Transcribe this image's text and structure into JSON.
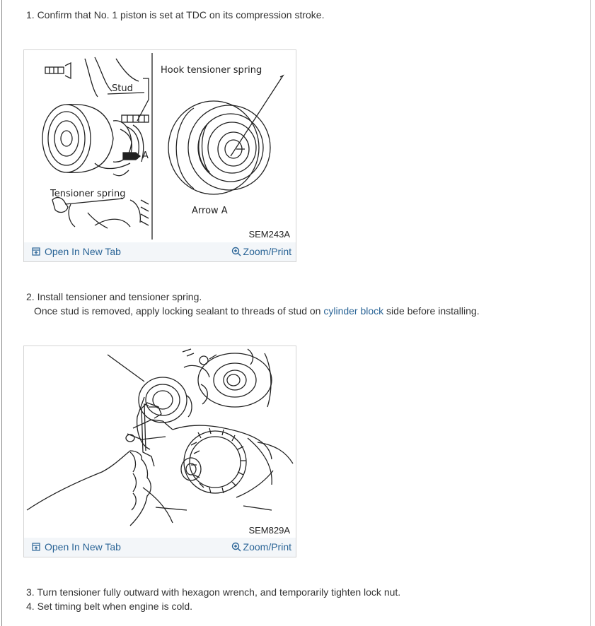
{
  "steps": {
    "step1": "1. Confirm that No. 1 piston is set at TDC on its compression stroke.",
    "step2": "2. Install tensioner and tensioner spring.",
    "step2_note_before": "Once stud is removed, apply locking sealant to threads of stud on ",
    "step2_note_link": "cylinder block",
    "step2_note_after": " side before installing.",
    "step3": "3. Turn tensioner fully outward with hexagon wrench, and temporarily tighten lock nut.",
    "step4": "4. Set timing belt when engine is cold."
  },
  "figure1": {
    "code": "SEM243A",
    "label_hook": "Hook tensioner spring",
    "label_stud": "Stud",
    "label_tensioner_spring": "Tensioner spring",
    "label_arrow_a": "Arrow A",
    "label_a": "A",
    "open_tab": "Open In New Tab",
    "zoom_print": "Zoom/Print"
  },
  "figure2": {
    "code": "SEM829A",
    "open_tab": "Open In New Tab",
    "zoom_print": "Zoom/Print"
  },
  "colors": {
    "link": "#2a6496",
    "footer_bg": "#f3f6f9",
    "border": "#d4d4d4"
  }
}
